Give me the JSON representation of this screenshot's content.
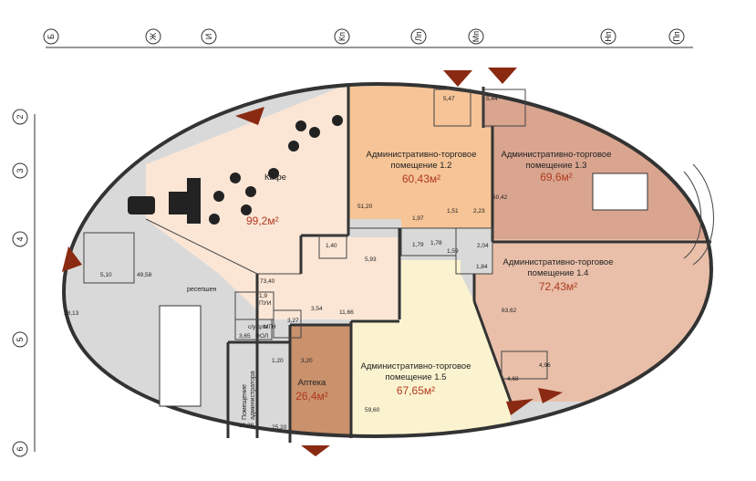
{
  "axes": {
    "top": [
      "Б",
      "Ж",
      "И",
      "Кп",
      "Лп",
      "Мп",
      "Нп",
      "Пп"
    ],
    "left": [
      "2",
      "3",
      "4",
      "5",
      "6"
    ]
  },
  "rooms": {
    "cafe": {
      "name": "Кафе",
      "area": "99,2м²"
    },
    "r12": {
      "name_line1": "Административно-торговое",
      "name_line2": "помещение 1.2",
      "area": "60,43м²"
    },
    "r13": {
      "name_line1": "Административно-торговое",
      "name_line2": "помещение 1.3",
      "area": "69,6м²"
    },
    "r14": {
      "name_line1": "Административно-торговое",
      "name_line2": "помещение 1.4",
      "area": "72,43м²"
    },
    "r15": {
      "name_line1": "Административно-торговое",
      "name_line2": "помещение 1.5",
      "area": "67,65м²"
    },
    "pharmacy": {
      "name": "Аптека",
      "area": "26,4м²"
    },
    "admin_room": {
      "name_line1": "Помещение",
      "name_line2": "администратора"
    },
    "reception": {
      "name": "ресепшен"
    }
  },
  "small_areas": {
    "a547": "5,47",
    "a544": "5,44",
    "a5120": "51,20",
    "a6042": "60,42",
    "a197": "1,97",
    "a151": "1,51",
    "a223": "2,23",
    "a179": "1,79",
    "a178": "1,78",
    "a159": "1,59",
    "a204": "2,04",
    "a184": "1,84",
    "a140": "1,40",
    "a593": "5,93",
    "a1166": "11,66",
    "a6362": "63,62",
    "a354": "3,54",
    "a327": "3,27",
    "a7340": "73,40",
    "a510": "5,10",
    "a4958": "49,58",
    "a1813": "18,13",
    "a19": "1,9",
    "pum": "ПУИ",
    "cu": "с/у для",
    "mgn": "МГН",
    "a365": "3,65",
    "fol": "ФОЛ",
    "a120": "1,20",
    "a320": "3,20",
    "a468": "4,68",
    "a496": "4,96",
    "a5960": "59,60",
    "a1038": "10,38",
    "a2520": "25,20"
  },
  "colors": {
    "cafe": "#fbe6d6",
    "r12": "#f6c496",
    "r13": "#d9a58f",
    "r14": "#e9bfa9",
    "r15": "#fbf3cf",
    "pharmacy": "#c9916c",
    "common": "#d9d9d9",
    "corridor": "#fbe6d6",
    "arrow": "#8a2a12"
  }
}
